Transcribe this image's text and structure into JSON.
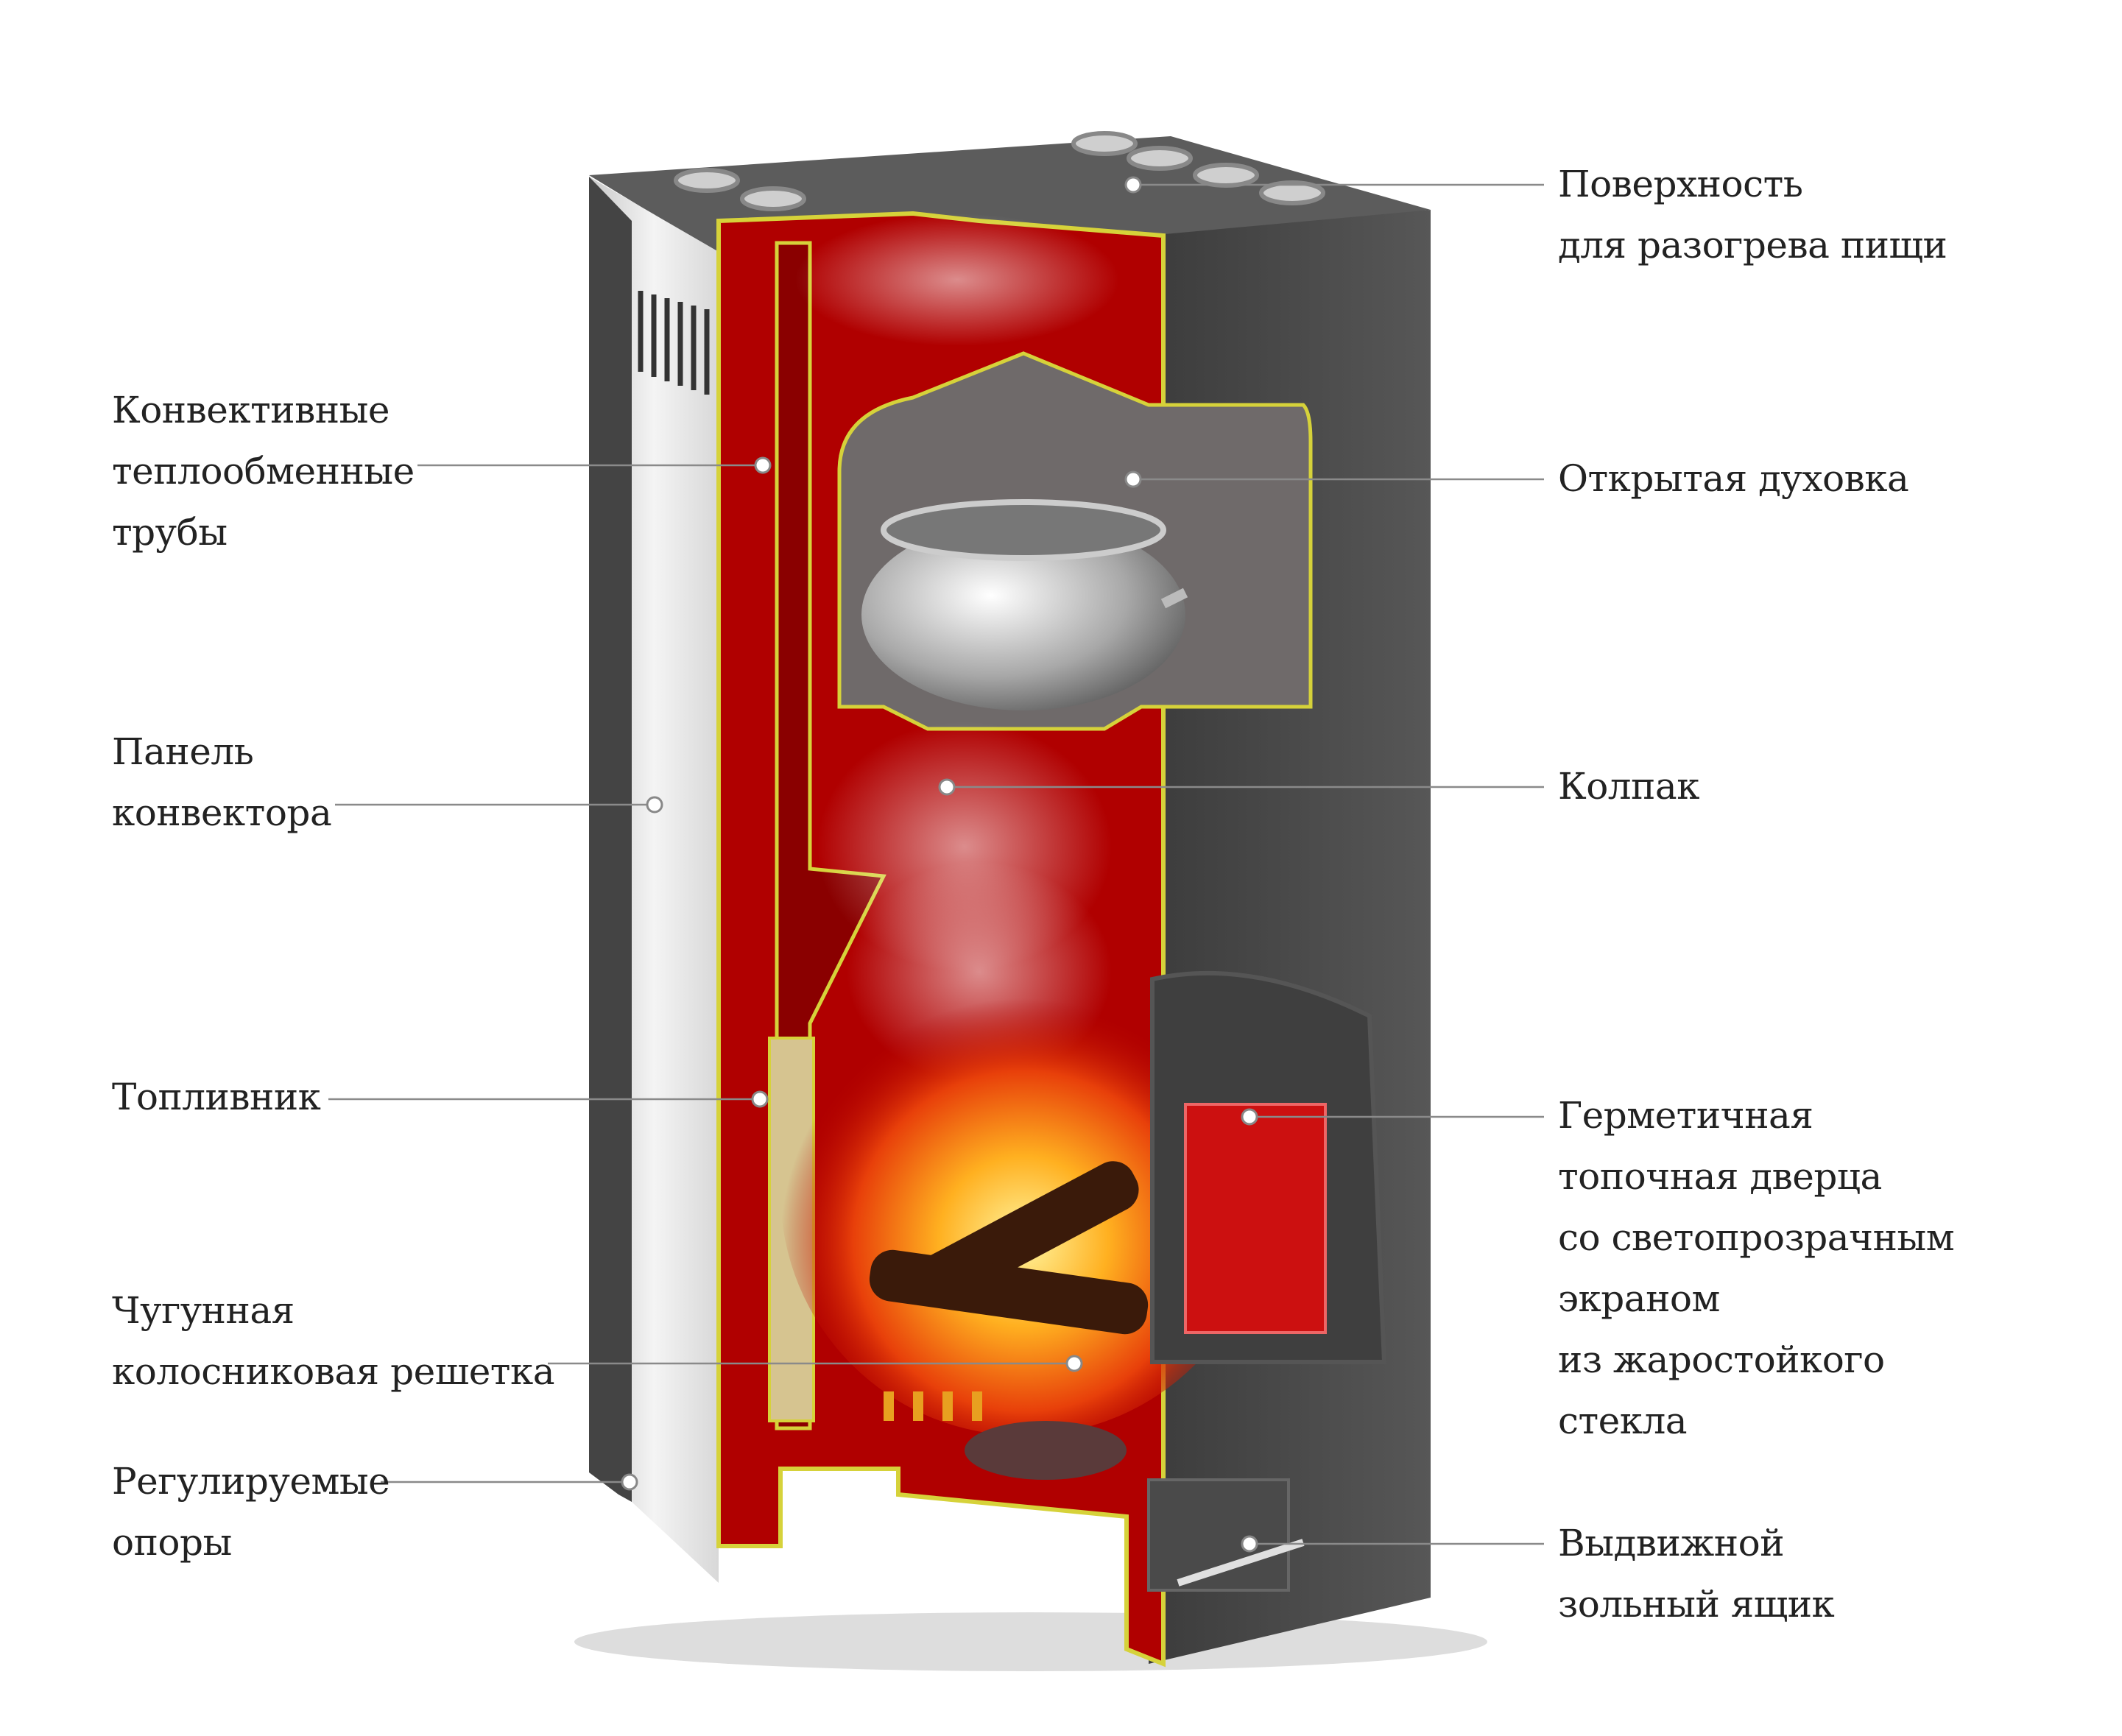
{
  "labels": {
    "cooking_surface": [
      "Поверхность",
      "для разогрева пищи"
    ],
    "oven": [
      "Открытая духовка"
    ],
    "hood": [
      "Колпак"
    ],
    "door": [
      "Герметичная",
      "топочная дверца",
      "со светопрозрачным",
      "экраном",
      "из жаростойкого",
      "стекла"
    ],
    "ash_drawer": [
      "Выдвижной",
      "зольный ящик"
    ],
    "convection_pipes": [
      "Конвективные",
      "теплообменные",
      "трубы"
    ],
    "convector_panel": [
      "Панель",
      "конвектора"
    ],
    "firebox": [
      "Топливник"
    ],
    "grate": [
      "Чугунная",
      "колосниковая решетка"
    ],
    "legs": [
      "Регулируемые",
      "опоры"
    ]
  },
  "colors": {
    "body": "#4a4a4a",
    "cutaway": "#b00000",
    "edge": "#d6d23a",
    "leader": "#8a8a8a"
  }
}
